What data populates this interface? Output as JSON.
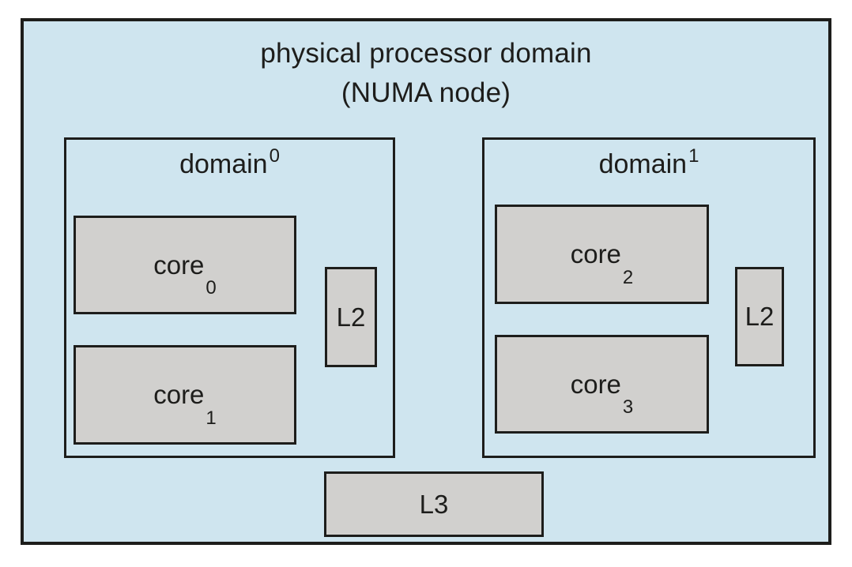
{
  "diagram": {
    "title_line1": "physical processor domain",
    "title_line2": "(NUMA node)",
    "domains": [
      {
        "label_base": "domain",
        "label_sub": "0",
        "cores": [
          {
            "base": "core",
            "sub": "0"
          },
          {
            "base": "core",
            "sub": "1"
          }
        ],
        "l2_label": "L2"
      },
      {
        "label_base": "domain",
        "label_sub": "1",
        "cores": [
          {
            "base": "core",
            "sub": "2"
          },
          {
            "base": "core",
            "sub": "3"
          }
        ],
        "l2_label": "L2"
      }
    ],
    "l3_label": "L3",
    "colors": {
      "canvas_fill": "#cfe5ef",
      "block_fill": "#d1d0ce",
      "border": "#1d1d1b"
    }
  }
}
